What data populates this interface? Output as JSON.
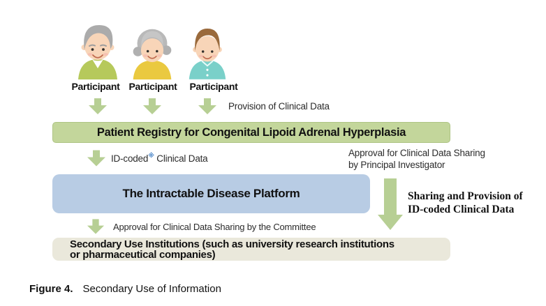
{
  "participants": {
    "labels": [
      "Participant",
      "Participant",
      "Participant"
    ],
    "people": [
      {
        "name": "elderly-man",
        "shirt_color": "#b6c95b"
      },
      {
        "name": "elderly-woman",
        "shirt_color": "#eac940"
      },
      {
        "name": "young-man",
        "shirt_color": "#7ad0c9"
      }
    ]
  },
  "labels": {
    "provision": "Provision of Clinical Data",
    "id_coded_prefix": "ID-coded",
    "id_coded_mark": "※",
    "id_coded_suffix": " Clinical Data",
    "approval_pi_l1": "Approval for Clinical Data Sharing",
    "approval_pi_l2": "by Principal Investigator",
    "sharing_l1": "Sharing and Provision of",
    "sharing_l2": "ID-coded Clinical Data",
    "approval_committee": "Approval for Clinical Data Sharing by the Committee"
  },
  "bars": {
    "registry": {
      "text": "Patient Registry for Congenital Lipoid Adrenal Hyperplasia",
      "color": "#c3d69b"
    },
    "platform": {
      "text": "The Intractable Disease Platform",
      "color": "#b8cce4"
    },
    "secondary": {
      "line1": "Secondary Use Institutions (such as university research institutions",
      "line2": "or pharmaceutical companies)",
      "color": "#eae8db"
    }
  },
  "caption": {
    "label": "Figure 4.",
    "text": "Secondary Use of Information"
  },
  "colors": {
    "arrow_green": "#b7cf94",
    "ref_mark_blue": "#4a86c8"
  }
}
